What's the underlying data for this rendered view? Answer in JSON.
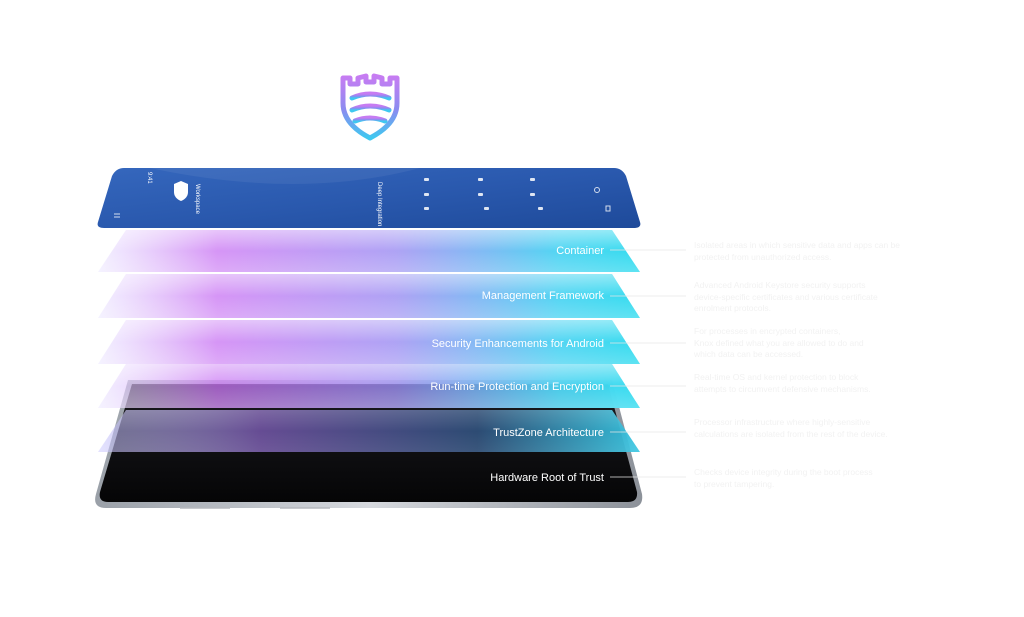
{
  "layers": [
    {
      "name": "Container",
      "description": "Isolated areas in which sensitive data and apps can be\nprotected from unauthorized access."
    },
    {
      "name": "Management Framework",
      "description": "Advanced Android Keystore security supports\ndevice-specific certificates and various certificate\nenrolment protocols."
    },
    {
      "name": "Security Enhancements for Android",
      "description": "For processes in encrypted containers,\nKnox defined what you are allowed to do and\nwhich data can be accessed."
    },
    {
      "name": "Run-time Protection and Encryption",
      "description": "Real-time OS and kernel protection to block\nattempts to circumvent defensive mechanisms."
    },
    {
      "name": "TrustZone Architecture",
      "description": "Processor infrastructure where highly-sensitive\ncalculations are isolated from the rest of the device."
    },
    {
      "name": "Hardware Root of Trust",
      "description": "Checks device integrity during the boot process\nto prevent tampering."
    }
  ],
  "phone_screen": {
    "folder_label": "Workspace",
    "app_title": "Deep Integration",
    "status_text": "9:41"
  },
  "logo": {
    "icon": "knox-shield-icon"
  },
  "colors": {
    "screen_blue": "#2a5cb0",
    "layer_cyan": "#36d8f0",
    "layer_purple": "#c070f0",
    "hardware_black": "#0b0b0d"
  }
}
